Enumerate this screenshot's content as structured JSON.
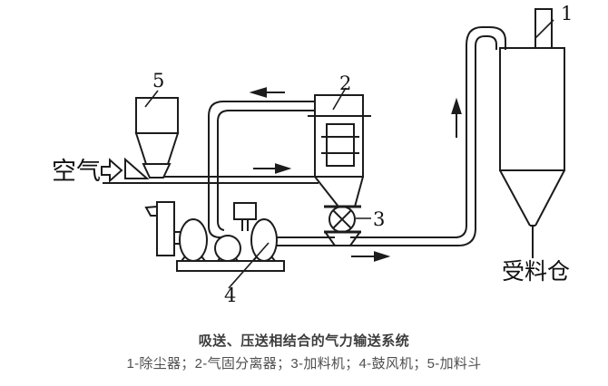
{
  "labels": {
    "air": "空气",
    "receiving_bin": "受料仓",
    "n1": "1",
    "n2": "2",
    "n3": "3",
    "n4": "4",
    "n5": "5"
  },
  "caption": {
    "title": "吸送、压送相结合的气力输送系统",
    "legend": "1-除尘器；2-气固分离器；3-加料机；4-鼓风机；5-加料斗"
  },
  "colors": {
    "line": "#1c1c1c",
    "caption_title": "#3d3d3d",
    "caption_legend": "#4f4f4f",
    "background": "#ffffff"
  }
}
